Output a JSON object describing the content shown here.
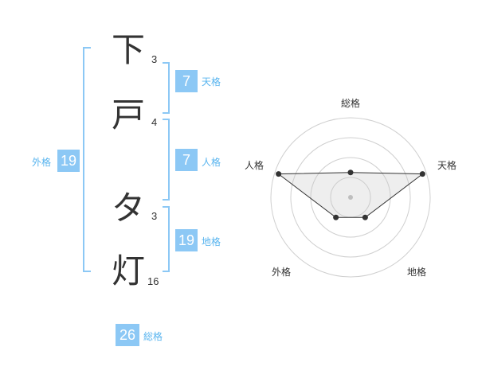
{
  "name": {
    "chars": [
      {
        "char": "下",
        "strokes": "3"
      },
      {
        "char": "戸",
        "strokes": "4"
      },
      {
        "char": "タ",
        "strokes": "3"
      },
      {
        "char": "灯",
        "strokes": "16"
      }
    ]
  },
  "fortune": {
    "tenkaku": {
      "value": "7",
      "label": "天格"
    },
    "jinkaku": {
      "value": "7",
      "label": "人格"
    },
    "chikaku": {
      "value": "19",
      "label": "地格"
    },
    "gaikaku": {
      "value": "19",
      "label": "外格"
    },
    "soukaku": {
      "value": "26",
      "label": "総格"
    }
  },
  "colors": {
    "accent": "#8cc8f5",
    "label": "#58b4ef",
    "text": "#333333"
  },
  "chart_data": {
    "type": "radar",
    "axes": [
      "総格",
      "天格",
      "地格",
      "外格",
      "人格"
    ],
    "levels": 4,
    "range": [
      0,
      4
    ],
    "values": [
      1.25,
      3.8,
      1.25,
      1.25,
      3.8
    ]
  }
}
